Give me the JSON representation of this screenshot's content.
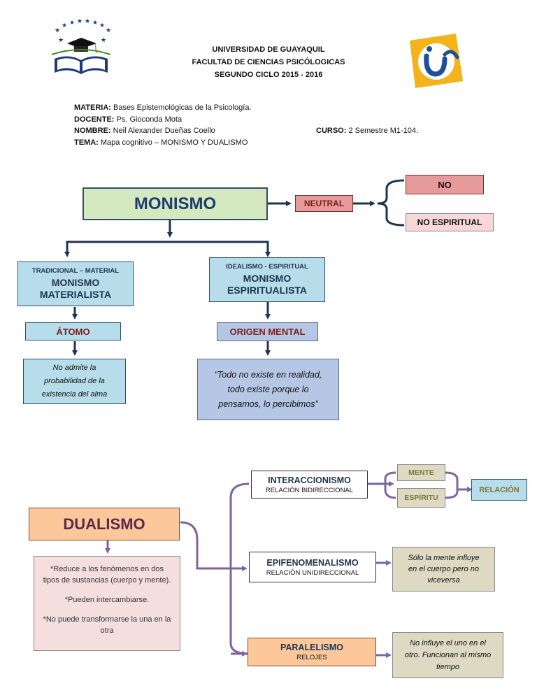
{
  "header": {
    "line1": "UNIVERSIDAD DE GUAYAQUIL",
    "line2": "FACULTAD DE CIENCIAS PSICÓLOGICAS",
    "line3": "SEGUNDO CICLO 2015 - 2016"
  },
  "info": {
    "materia_label": "MATERIA:",
    "materia_value": " Bases Epistemológicas de la Psicología.",
    "docente_label": "DOCENTE:",
    "docente_value": " Ps. Gioconda Mota",
    "nombre_label": "NOMBRE:",
    "nombre_value": " Neil Alexander Dueñas Coello",
    "curso_label": "CURSO:",
    "curso_value": " 2 Semestre M1-104.",
    "tema_label": "TEMA:",
    "tema_value": " Mapa cognitivo – MONISMO Y DUALISMO"
  },
  "monismo": {
    "title": "MONISMO",
    "neutral": "NEUTRAL",
    "no": "NO",
    "no_espiritual": "NO ESPIRITUAL",
    "materialista": {
      "tag": "TRADICIONAL – MATERIAL",
      "title_1": "MONISMO",
      "title_2": "MATERIALISTA"
    },
    "espiritualista": {
      "tag": "IDEALISMO - ESPIRITUAL",
      "title_1": "MONISMO",
      "title_2": "ESPIRITUALISTA"
    },
    "atomo": "ÁTOMO",
    "origen_mental": "ORIGEN MENTAL",
    "atomo_desc_1": "No admite la",
    "atomo_desc_2": "probabilidad de la",
    "atomo_desc_3": "existencia del alma",
    "origen_desc_1": "“Todo no existe en realidad,",
    "origen_desc_2": "todo existe porque lo",
    "origen_desc_3": "pensamos, lo percibimos”"
  },
  "dualismo": {
    "title": "DUALISMO",
    "desc_1": "*Reduce a los fenómenos en dos tipos de sustancias (cuerpo y mente).",
    "desc_2": "*Pueden intercambiarse.",
    "desc_3": "*No puede transformarse la una en la otra",
    "interaccionismo": "INTERACCIONISMO",
    "interaccionismo_sub": "RELACIÓN BIDIRECCIONAL",
    "mente": "MENTE",
    "espiritu": "ESPÍRITU",
    "relacion": "RELACIÓN",
    "epifenomenalismo": "EPIFENOMENALISMO",
    "epifenomenalismo_sub": "RELACIÓN UNIDIRECCIONAL",
    "epi_desc_1": "Sólo la mente influye",
    "epi_desc_2": "en el cuerpo pero no",
    "epi_desc_3": "viceversa",
    "paralelismo": "PARALELISMO",
    "paralelismo_sub": "RELOJES",
    "par_desc_1": "No influye el uno en el",
    "par_desc_2": "otro. Funcionan al mismo",
    "par_desc_3": "tiempo"
  },
  "colors": {
    "navy_arrow": "#1f3450",
    "purple_arrow": "#8064a2"
  }
}
